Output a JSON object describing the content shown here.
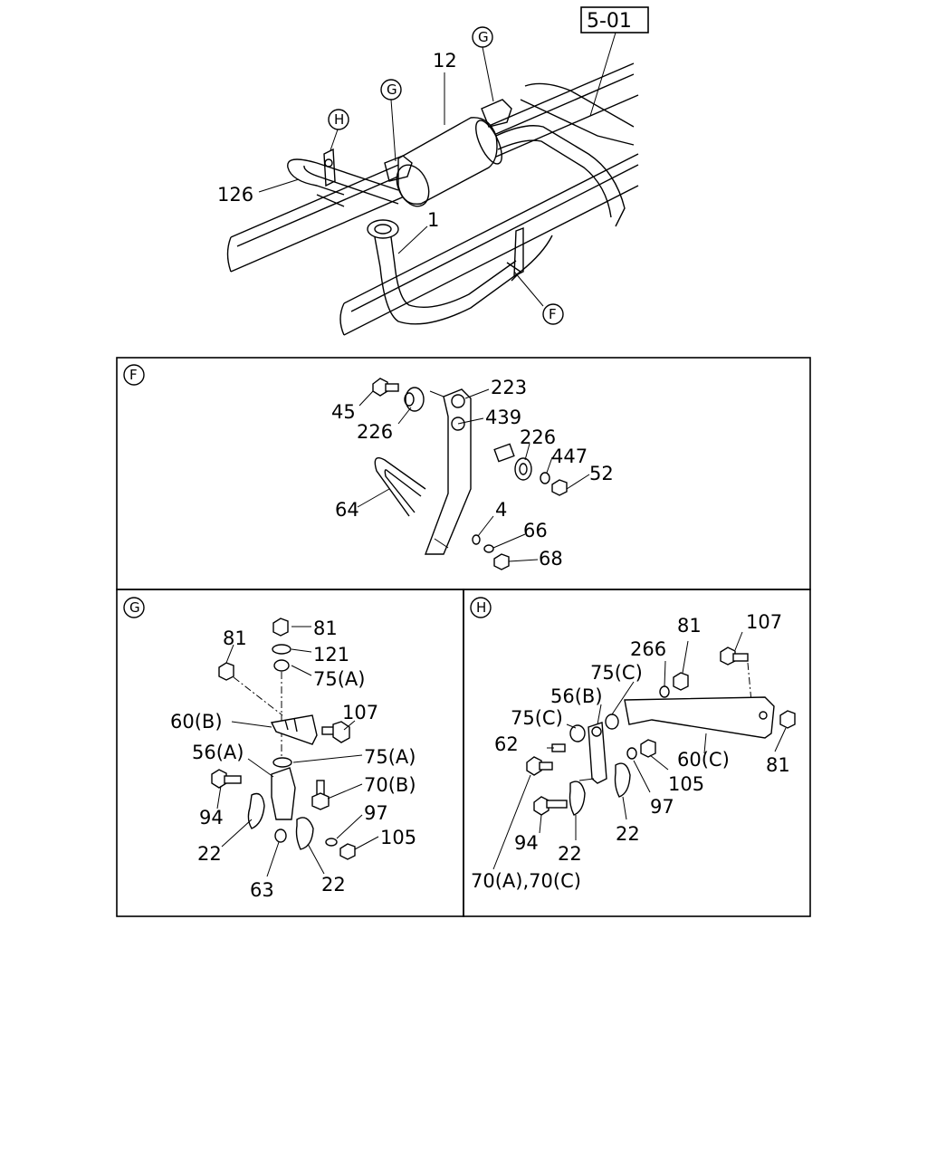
{
  "reference": "5-01",
  "overview": {
    "callouts": [
      "12",
      "126",
      "1"
    ],
    "circled": [
      "G",
      "G",
      "H",
      "F"
    ]
  },
  "panel_f": {
    "marker": "F",
    "labels": [
      "45",
      "226",
      "223",
      "439",
      "226",
      "447",
      "52",
      "64",
      "4",
      "66",
      "68"
    ]
  },
  "panel_g": {
    "marker": "G",
    "labels": [
      "81",
      "81",
      "121",
      "75(A)",
      "60(B)",
      "107",
      "56(A)",
      "75(A)",
      "70(B)",
      "94",
      "97",
      "105",
      "22",
      "63",
      "22"
    ]
  },
  "panel_h": {
    "marker": "H",
    "labels": [
      "107",
      "81",
      "266",
      "75(C)",
      "56(B)",
      "75(C)",
      "62",
      "60(C)",
      "81",
      "105",
      "97",
      "94",
      "22",
      "22",
      "70(A),70(C)"
    ]
  }
}
